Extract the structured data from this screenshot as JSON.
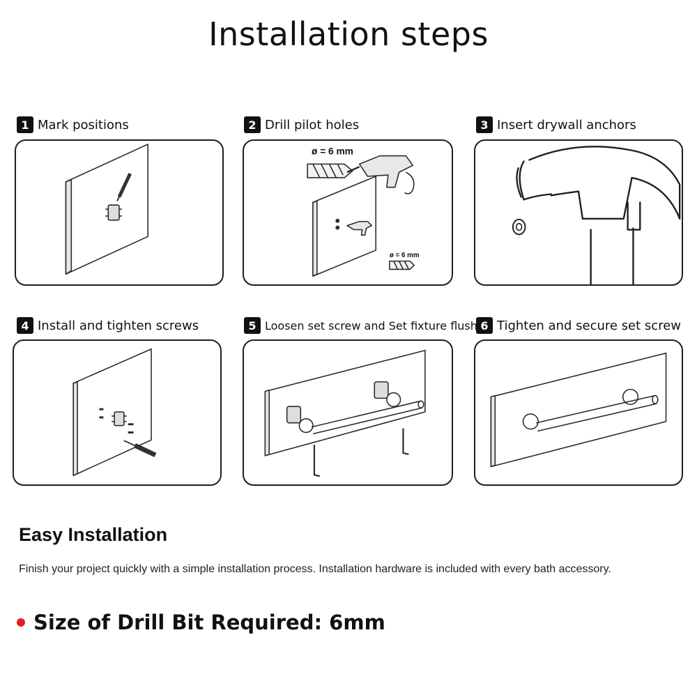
{
  "title": "Installation steps",
  "steps": [
    {
      "number": "1",
      "label": "Mark positions"
    },
    {
      "number": "2",
      "label": "Drill pilot holes",
      "drill_label_large": "ø = 6 mm",
      "drill_label_small": "ø = 6 mm"
    },
    {
      "number": "3",
      "label": "Insert drywall anchors"
    },
    {
      "number": "4",
      "label": "Install and tighten screws"
    },
    {
      "number": "5",
      "label": "Loosen set screw and Set fixture flush"
    },
    {
      "number": "6",
      "label": "Tighten and secure set screw"
    }
  ],
  "subtitle": "Easy Installation",
  "description": "Finish your project quickly with a simple installation process. Installation hardware is included with every bath accessory.",
  "requirement": "Size of Drill Bit Required: 6mm",
  "colors": {
    "bullet": "#e0201f",
    "ink": "#1a1a1a"
  }
}
